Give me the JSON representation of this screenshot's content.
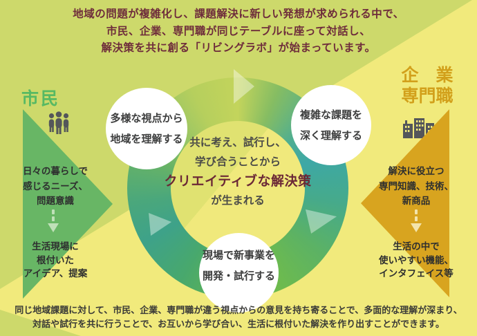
{
  "intro": {
    "lines": [
      "地域の問題が複雑化し、課題解決に新しい発想が求められる中で、",
      "市民、企業、専門職が同じテーブルに座って対話し、",
      "解決策を共に創る「リビングラボ」が始まっています。"
    ]
  },
  "citizens": {
    "title": "市民",
    "offer_lines": [
      "日々の暮らしで",
      "感じるニーズ、",
      "問題意識"
    ],
    "result_lines": [
      "生活現場に",
      "根付いた",
      "アイデア、提案"
    ]
  },
  "companies": {
    "title_line1": "企　業",
    "title_line2": "専門職",
    "offer_lines": [
      "解決に役立つ",
      "専門知識、技術、",
      "新商品"
    ],
    "result_lines": [
      "生活の中で",
      "使いやすい機能、",
      "インタフェイス等"
    ]
  },
  "cycle": {
    "top_left_circle_line1": "多様な視点から",
    "top_left_circle_line2": "地域を理解する",
    "top_right_circle_line1": "複雑な課題を",
    "top_right_circle_line2": "深く理解する",
    "bottom_circle_line1": "現場で新事業を",
    "bottom_circle_line2": "開発・試行する",
    "center_line1": "共に考え、試行し、",
    "center_line2": "学び合うことから",
    "center_highlight": "クリエイティブな解決策",
    "center_line3": "が生まれる"
  },
  "footer": {
    "lines": [
      "同じ地域課題に対して、市民、企業、専門職が違う視点からの意見を持ち寄ることで、多面的な理解が深まり、",
      "対話や試行を共に行うことで、お互いから学び合い、生活に根付いた解決を作り出すことができます。"
    ]
  },
  "colors": {
    "background_green": "#cdd96b",
    "background_yellow": "#f1ea7c",
    "intro_maroon": "#6e2c3b",
    "highlight_maroon": "#6b2836",
    "citizens_green": "#57b963",
    "citizens_triangle": "#68b665",
    "companies_gold": "#d2a01b",
    "companies_triangle": "#d8a41f",
    "icon_gray": "#54565a",
    "ring_teal": "#3da8a6",
    "ring_green": "#6ebb4d",
    "ring_yellow_green": "#c3d45c"
  }
}
